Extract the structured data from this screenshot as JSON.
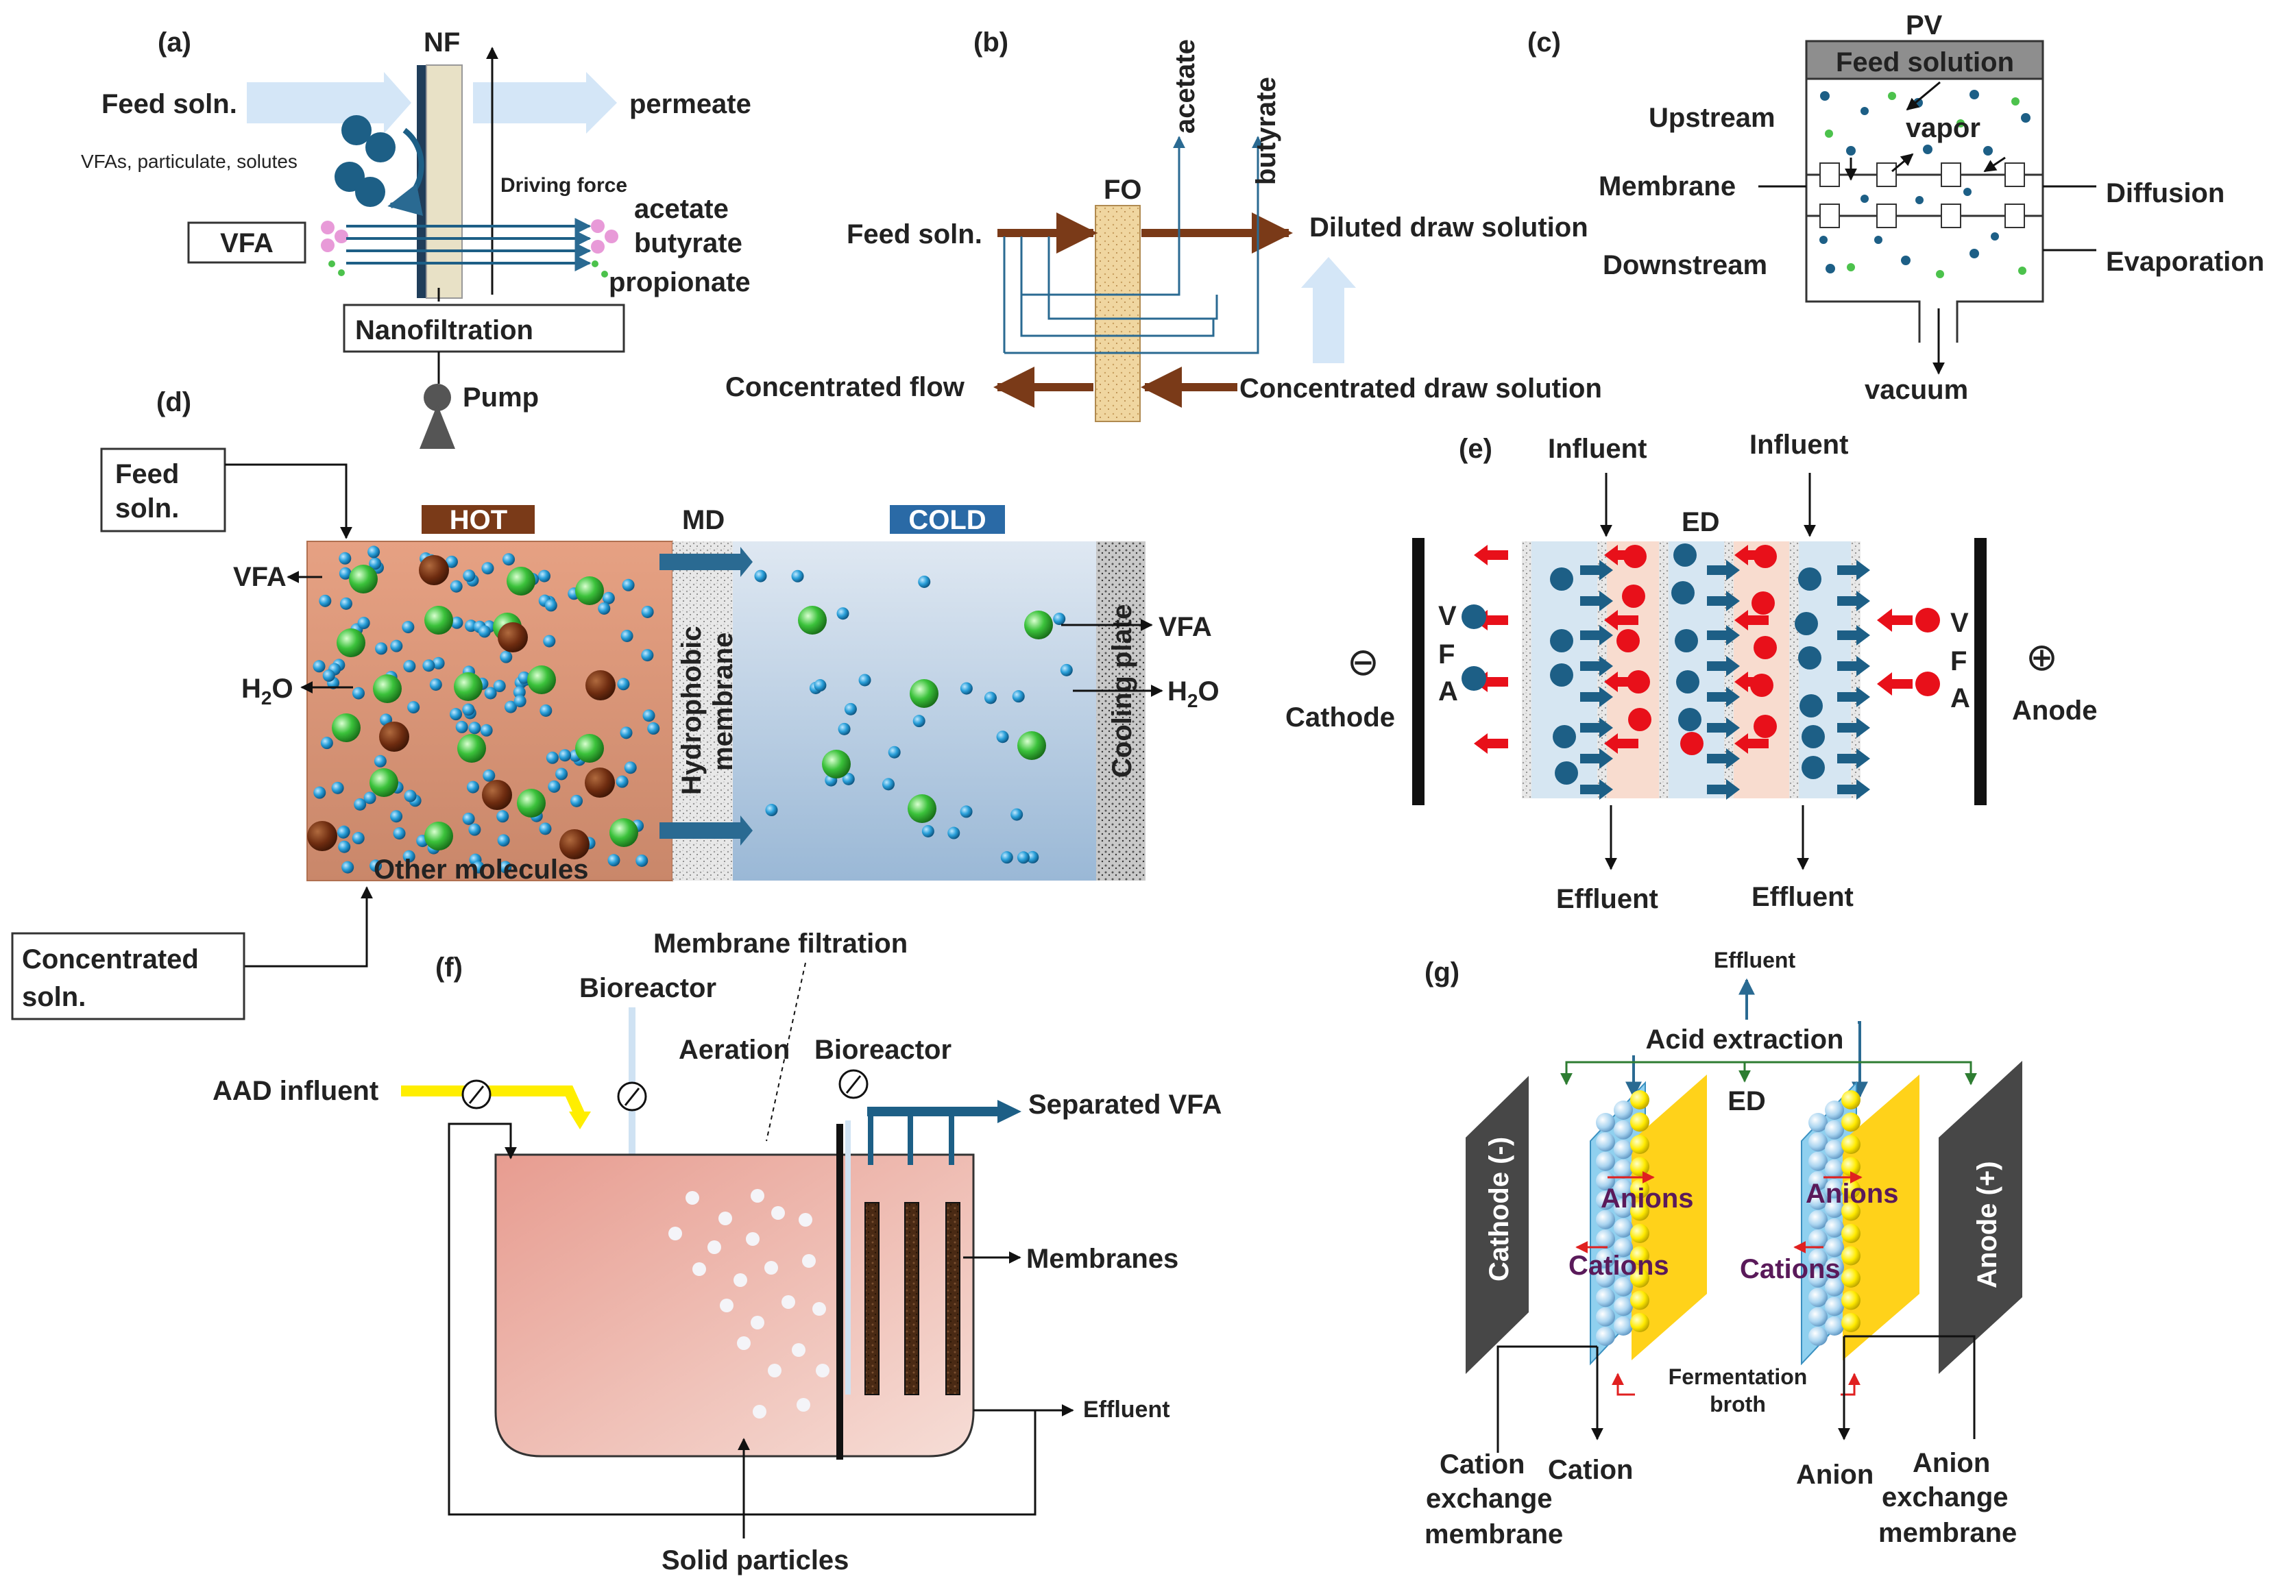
{
  "panels": {
    "a": {
      "tag": "(a)",
      "nf": "NF",
      "feed": "Feed soln.",
      "permeate": "permeate",
      "solutes": "VFAs, particulate, solutes",
      "driving": "Driving force",
      "vfa": "VFA",
      "acetate": "acetate",
      "butyrate": "butyrate",
      "propionate": "propionate",
      "nanofiltration": "Nanofiltration",
      "pump": "Pump"
    },
    "b": {
      "tag": "(b)",
      "fo": "FO",
      "acetate": "acetate",
      "butyrate": "butyrate",
      "feed": "Feed soln.",
      "diluted": "Diluted draw solution",
      "conc_flow": "Concentrated flow",
      "conc_draw": "Concentrated draw solution"
    },
    "c": {
      "tag": "(c)",
      "pv": "PV",
      "feed": "Feed solution",
      "upstream": "Upstream",
      "vapor": "vapor",
      "membrane": "Membrane",
      "diffusion": "Diffusion",
      "downstream": "Downstream",
      "evaporation": "Evaporation",
      "vacuum": "vacuum"
    },
    "d": {
      "tag": "(d)",
      "feed_l1": "Feed",
      "feed_l2": "soln.",
      "hot": "HOT",
      "md": "MD",
      "cold": "COLD",
      "vfa_left": "VFA",
      "h2o_left": "H",
      "h2o_sub": "2",
      "h2o_end": "O",
      "hydro1": "Hydrophobic",
      "hydro2": "membrane",
      "cooling": "Cooling plate",
      "vfa_right": "VFA",
      "other": "Other molecules",
      "conc_l1": "Concentrated",
      "conc_l2": "soln."
    },
    "e": {
      "tag": "(e)",
      "influent1": "Influent",
      "influent2": "Influent",
      "ed": "ED",
      "v": "V",
      "f": "F",
      "a": "A",
      "cathode": "Cathode",
      "anode": "Anode",
      "cathode_sym": "⊖",
      "anode_sym": "⊕",
      "effluent1": "Effluent",
      "effluent2": "Effluent"
    },
    "f": {
      "tag": "(f)",
      "membrane_filtration": "Membrane filtration",
      "bioreactor1": "Bioreactor",
      "aeration": "Aeration",
      "bioreactor2": "Bioreactor",
      "aad": "AAD influent",
      "separated": "Separated VFA",
      "membranes": "Membranes",
      "effluent": "Effluent",
      "solid": "Solid particles"
    },
    "g": {
      "tag": "(g)",
      "effluent": "Effluent",
      "acid": "Acid extraction",
      "ed": "ED",
      "cathode": "Cathode (-)",
      "anode": "Anode (+)",
      "anions": "Anions",
      "cations": "Cations",
      "ferm1": "Fermentation",
      "ferm2": "broth",
      "cation": "Cation",
      "anion": "Anion",
      "cem1": "Cation",
      "cem2": "exchange",
      "cem3": "membrane",
      "aem1": "Anion",
      "aem2": "exchange",
      "aem3": "membrane"
    }
  },
  "colors": {
    "blue_ion": "#1d5f86",
    "green_ion": "#4cc24c",
    "red_ion": "#e8101a",
    "brown": "#7a3a18",
    "pink": "#e89ad8",
    "hot_bg": "#d9977a",
    "cold_bg": "#b7cde0",
    "yellow": "#ffd21a",
    "arrow_light": "#cfe2f3"
  }
}
